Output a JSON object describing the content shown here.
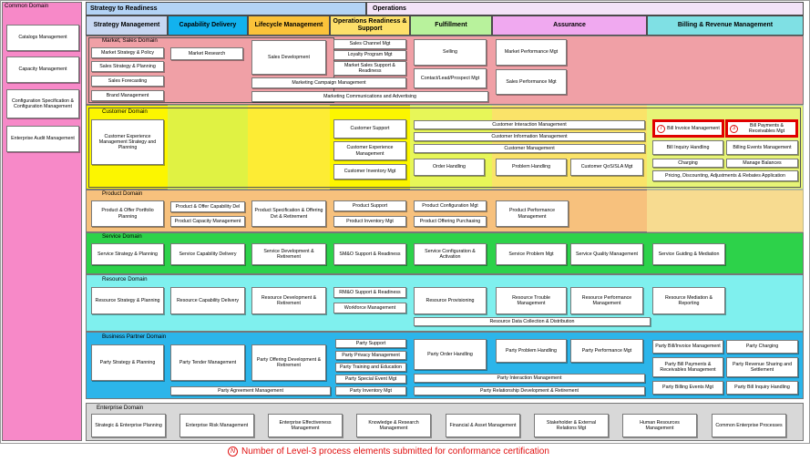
{
  "common_domain": {
    "title": "Common Domain",
    "items": [
      "Catalogs Management",
      "Capacity Management",
      "Configuration Specification & Configuration Management",
      "Enterprise Audit Management"
    ]
  },
  "groups": {
    "s2r": "Strategy to Readiness",
    "ops": "Operations"
  },
  "columns": [
    "Strategy Management",
    "Capability Delivery",
    "Lifecycle Management",
    "Operations Readiness & Support",
    "Fulfillment",
    "Assurance",
    "Billing & Revenue Management"
  ],
  "domains": {
    "market": "Market, Sales Domain",
    "customer": "Customer Domain",
    "product": "Product Domain",
    "service": "Service Domain",
    "resource": "Resource Domain",
    "partner": "Business Partner Domain",
    "enterprise": "Enterprise Domain"
  },
  "market": {
    "strategy": [
      "Market Strategy & Policy",
      "Sales Strategy & Planning",
      "Sales Forecasting",
      "Brand Management"
    ],
    "research": "Market Research",
    "sales_dev": "Sales Development",
    "ops": [
      "Sales Channel Mgt",
      "Loyalty Program Mgt",
      "Market Sales Support & Readiness"
    ],
    "campaign": "Marketing Campaign Management",
    "comm": "Marketing Communications and Advertising",
    "selling": "Selling",
    "contact": "Contact/Lead/Prospect Mgt",
    "perf": "Market Performance Mgt",
    "sales_perf": "Sales Performance Mgt"
  },
  "customer": {
    "strategy": "Customer Experience Management Strategy and Planning",
    "support": "Customer Support",
    "cx": "Customer Experience Management",
    "inventory": "Customer Inventory Mgt",
    "interaction": "Customer Interaction Management",
    "information": "Customer Information Management",
    "management": "Customer Management",
    "order": "Order Handling",
    "problem": "Problem Handling",
    "qos": "Customer QoS/SLA Mgt",
    "bill_invoice_num": "7",
    "bill_invoice": "Bill Invoice Management",
    "bill_payments_num": "3",
    "bill_payments": "Bill Payments & Receivables Mgt",
    "bill_inquiry": "Bill Inquiry Handling",
    "billing_events": "Billing Events Management",
    "charging": "Charging",
    "balances": "Manage Balances",
    "pricing": "Pricing, Discounting, Adjustments & Rebates Application"
  },
  "product": {
    "portfolio": "Product & Offer Portfolio Planning",
    "capability": "Product & Offer Capability Del",
    "capacity": "Product Capacity Management",
    "spec": "Product Specification & Offering Dvt & Retirement",
    "support": "Product Support",
    "inventory": "Product Inventory Mgt",
    "config": "Product Configuration Mgt",
    "purchasing": "Product Offering Purchasing",
    "perf": "Product Performance Management"
  },
  "service": {
    "strategy": "Service Strategy & Planning",
    "capability": "Service Capability Delivery",
    "dev": "Service Development & Retirement",
    "smo": "SM&O Support & Readiness",
    "config": "Service Configuration & Activation",
    "problem": "Service Problem Mgt",
    "quality": "Service Quality Management",
    "guiding": "Service Guiding & Mediation"
  },
  "resource": {
    "strategy": "Resource Strategy & Planning",
    "capability": "Resource Capability Delivery",
    "dev": "Resource Development & Retirement",
    "rmo": "RM&O Support & Readiness",
    "workforce": "Workforce Management",
    "provisioning": "Resource Provisioning",
    "trouble": "Resource Trouble Management",
    "perf": "Resource Performance Management",
    "mediation": "Resource Mediation & Reporting",
    "collection": "Resource Data Collection & Distribution"
  },
  "partner": {
    "strategy": "Party Strategy & Planning",
    "tender": "Party Tender Management",
    "offering": "Party Offering Development & Retirement",
    "support": "Party Support",
    "privacy": "Party Privacy Management",
    "training": "Party Training and Education",
    "special": "Party Special Event Mgt",
    "inventory": "Party Inventory Mgt",
    "agreement": "Party Agreement Management",
    "order": "Party Order Handling",
    "problem": "Party Problem Handling",
    "perf": "Party Performance Mgt",
    "interaction": "Party Interaction Management",
    "relationship": "Party Relationship Development & Retirement",
    "bill_invoice": "Party Bill/Invoice Management",
    "charging": "Party Charging",
    "bill_payments": "Party Bill Payments & Receivables Management",
    "revenue": "Party Revenue Sharing and Settlement",
    "billing_events": "Party Billing Events Mgt",
    "bill_inquiry": "Party Bill Inquiry Handling"
  },
  "enterprise": [
    "Strategic & Enterprise Planning",
    "Enterprise Risk Management",
    "Enterprise Effectiveness Management",
    "Knowledge & Research Management",
    "Financial & Asset Management",
    "Stakeholder & External Relations Mgt",
    "Human Resources Management",
    "Common Enterprise Processes"
  ],
  "legend": {
    "symbol": "N",
    "text": "Number of Level-3 process elements submitted for conformance certification"
  }
}
